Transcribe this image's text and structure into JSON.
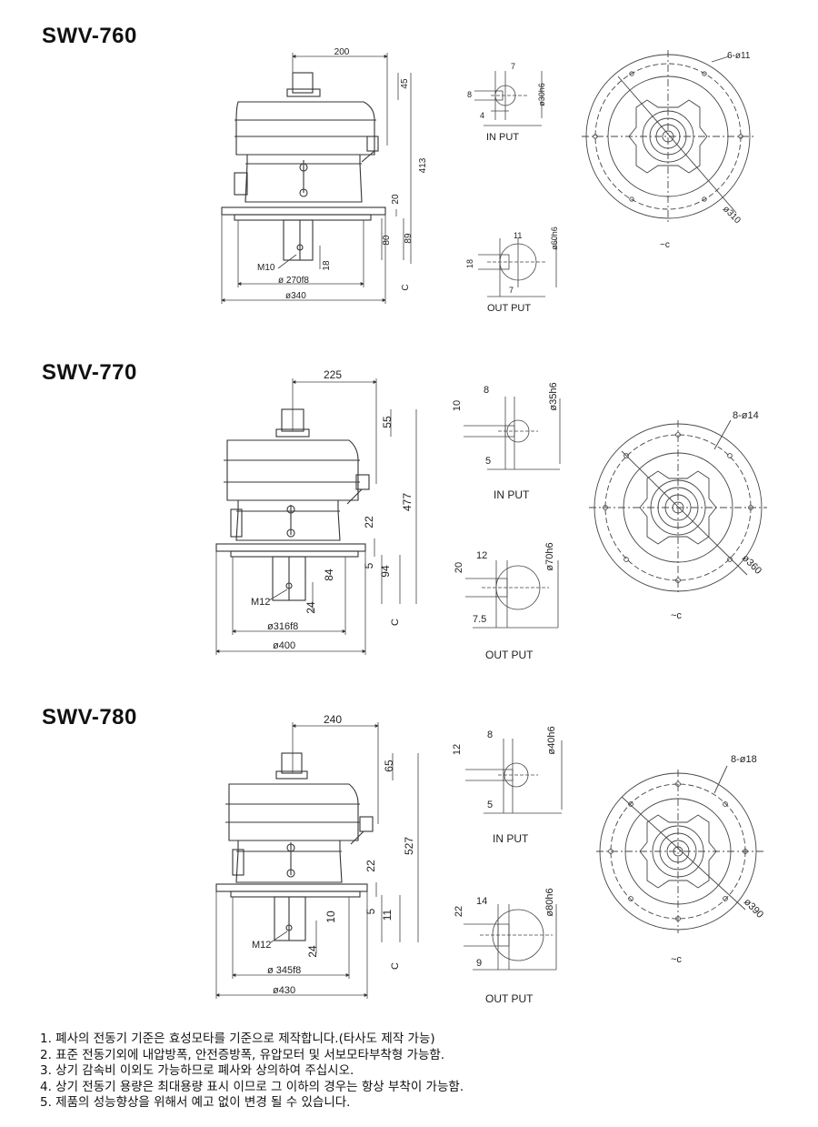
{
  "models": [
    {
      "title": "SWV-760",
      "dims": {
        "top_width": "200",
        "top_h": "45",
        "total_h": "413",
        "flange_h": "20",
        "shaft_len": "80",
        "shaft_total": "89",
        "key_depth": "18",
        "tap": "M10",
        "pilot": "ø 270f8",
        "flange_d": "ø340",
        "c": "C"
      },
      "input": {
        "label": "IN PUT",
        "shaft": "ø30h6",
        "w": "7",
        "h": "8",
        "k": "4"
      },
      "output": {
        "label": "OUT PUT",
        "shaft": "ø60h6",
        "w": "11",
        "h": "18",
        "k": "7"
      },
      "flange": {
        "holes": "6-ø11",
        "pcd": "ø310",
        "c": "~c"
      }
    },
    {
      "title": "SWV-770",
      "dims": {
        "top_width": "225",
        "top_h": "55",
        "total_h": "477",
        "flange_h": "22",
        "shaft_len": "84",
        "shaft_total": "94",
        "flange_t": "5",
        "key_depth": "24",
        "tap": "M12",
        "pilot": "ø316f8",
        "flange_d": "ø400",
        "c": "C"
      },
      "input": {
        "label": "IN PUT",
        "shaft": "ø35h6",
        "w": "8",
        "h": "10",
        "k": "5"
      },
      "output": {
        "label": "OUT PUT",
        "shaft": "ø70h6",
        "w": "12",
        "h": "20",
        "k": "7.5"
      },
      "flange": {
        "holes": "8-ø14",
        "pcd": "ø360",
        "c": "~c"
      }
    },
    {
      "title": "SWV-780",
      "dims": {
        "top_width": "240",
        "top_h": "65",
        "total_h": "527",
        "flange_h": "22",
        "shaft_len": "10",
        "shaft_total": "11",
        "flange_t": "5",
        "key_depth": "24",
        "tap": "M12",
        "pilot": "ø 345f8",
        "flange_d": "ø430",
        "c": "C"
      },
      "input": {
        "label": "IN PUT",
        "shaft": "ø40h6",
        "w": "8",
        "h": "12",
        "k": "5"
      },
      "output": {
        "label": "OUT PUT",
        "shaft": "ø80h6",
        "w": "14",
        "h": "22",
        "k": "9"
      },
      "flange": {
        "holes": "8-ø18",
        "pcd": "ø390",
        "c": "~c"
      }
    }
  ],
  "notes": [
    "1. 폐사의 전동기 기준은 효성모타를 기준으로 제작합니다.(타사도 제작 가능)",
    "2. 표준 전동기외에 내압방폭, 안전증방폭, 유압모터 및 서보모타부착형 가능함.",
    "3. 상기 감속비 이외도 가능하므로 폐사와 상의하여 주십시오.",
    "4. 상기 전동기 용량은 최대용량 표시 이므로 그 이하의 경우는 항상 부착이 가능함.",
    "5. 제품의 성능향상을 위해서 예고 없이 변경 될 수 있습니다."
  ]
}
